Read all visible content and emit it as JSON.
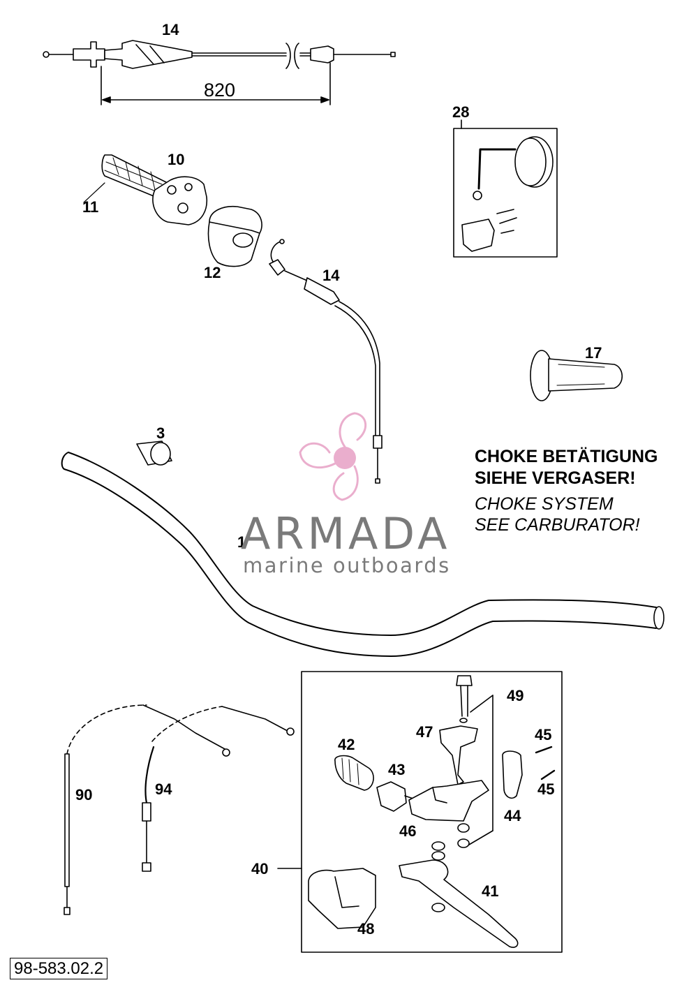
{
  "labels": {
    "p14_top": "14",
    "dim_820": "820",
    "p28": "28",
    "p10": "10",
    "p11": "11",
    "p12": "12",
    "p14_mid": "14",
    "p17": "17",
    "p3": "3",
    "p1": "1",
    "p49": "49",
    "p47": "47",
    "p45a": "45",
    "p42": "42",
    "p43": "43",
    "p45b": "45",
    "p44": "44",
    "p46": "46",
    "p90": "90",
    "p94": "94",
    "p40": "40",
    "p41": "41",
    "p48": "48"
  },
  "notes": {
    "de_line1": "CHOKE BETÄTIGUNG",
    "de_line2": "SIEHE VERGASER!",
    "en_line1": "CHOKE SYSTEM",
    "en_line2": "SEE CARBURATOR!"
  },
  "watermark": {
    "title": "ARMADA",
    "subtitle": "marine outboards",
    "logo_color": "#e8a6c8"
  },
  "doc_number": "98-583.02.2"
}
